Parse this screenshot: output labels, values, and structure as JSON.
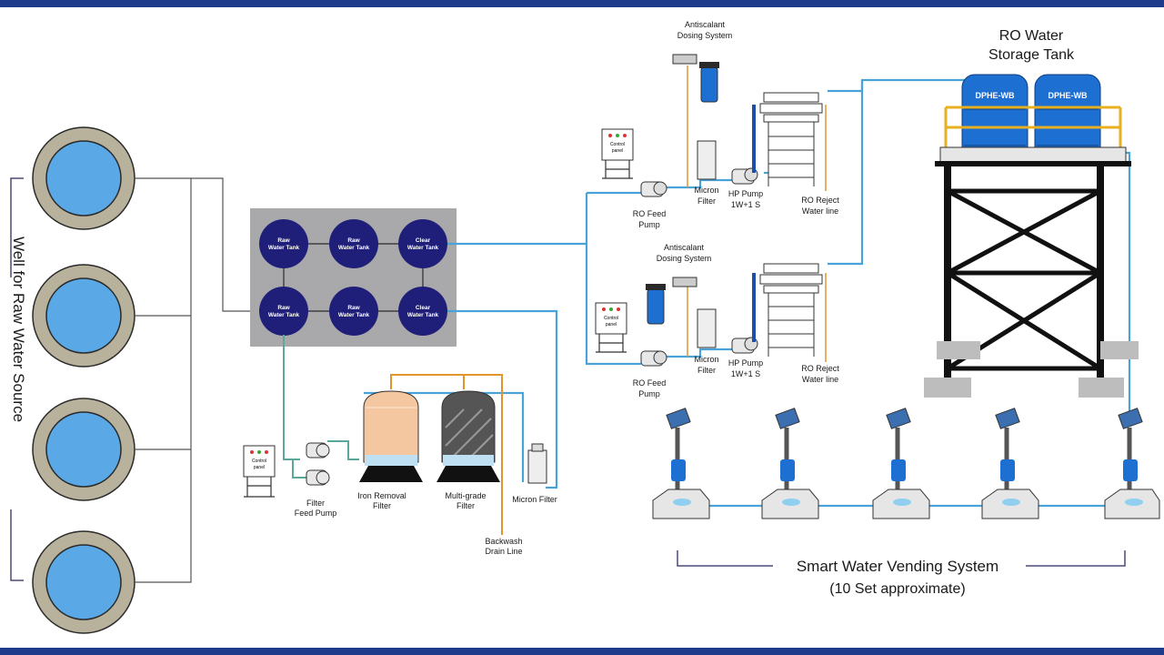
{
  "well_label": "Well for Raw Water Source",
  "tank_cluster": {
    "tanks": [
      "Raw Water Tank",
      "Raw Water Tank",
      "Clear Water Tank",
      "Raw Water Tank",
      "Raw Water Tank",
      "Clear Water Tank"
    ]
  },
  "control_panel_label": "Control panel",
  "filtration": {
    "feed_pump": [
      "Filter",
      "Feed Pump"
    ],
    "iron_filter": [
      "Iron Removal",
      "Filter"
    ],
    "multigrade": [
      "Multi-grade",
      "Filter"
    ],
    "micron": "Micron Filter",
    "backwash": [
      "Backwash",
      "Drain Line"
    ]
  },
  "ro_units": [
    {
      "antiscalant": [
        "Antiscalant",
        "Dosing System"
      ],
      "feed_pump": [
        "RO Feed",
        "Pump"
      ],
      "micron": [
        "Micron",
        "Filter"
      ],
      "hp_pump": [
        "HP Pump",
        "1W+1 S"
      ],
      "reject": [
        "RO Reject",
        "Water line"
      ]
    },
    {
      "antiscalant": [
        "Antiscalant",
        "Dosing System"
      ],
      "feed_pump": [
        "RO Feed",
        "Pump"
      ],
      "micron": [
        "Micron",
        "Filter"
      ],
      "hp_pump": [
        "HP Pump",
        "1W+1 S"
      ],
      "reject": [
        "RO Reject",
        "Water line"
      ]
    }
  ],
  "storage": {
    "title": [
      "RO Water",
      "Storage Tank"
    ],
    "tank_brand": "DPHE-WB"
  },
  "vending": {
    "title": "Smart Water Vending System",
    "subtitle": "(10 Set approximate)"
  },
  "colors": {
    "border": "#1e3a8a",
    "water_line": "#4aa3d8",
    "tank_fill": "#1f1f7a",
    "well_fill": "#5aa9e6",
    "well_ring": "#b8b29c",
    "cluster_bg": "#a9a9ab",
    "orange_line": "#e0962a",
    "green_line": "#5aa89a",
    "storage_blue": "#1d6fd1"
  }
}
